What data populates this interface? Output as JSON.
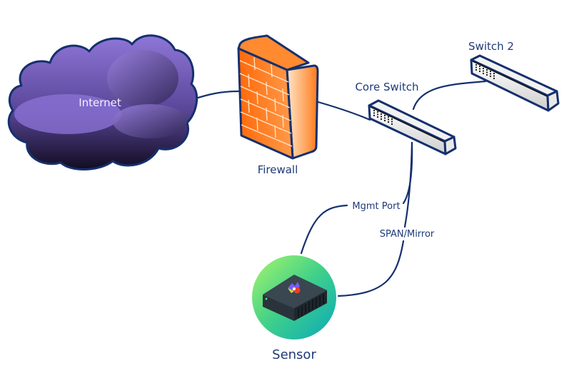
{
  "diagram": {
    "title": "Network sensor deployment",
    "nodes": {
      "internet": {
        "label": "Internet",
        "icon": "cloud-icon"
      },
      "firewall": {
        "label": "Firewall",
        "icon": "brick-wall-icon"
      },
      "core_switch": {
        "label": "Core Switch",
        "icon": "network-switch-icon"
      },
      "switch2": {
        "label": "Switch 2",
        "icon": "network-switch-icon"
      },
      "sensor": {
        "label": "Sensor",
        "icon": "sensor-appliance-icon"
      }
    },
    "edges": [
      {
        "from": "Internet",
        "to": "Firewall",
        "label": ""
      },
      {
        "from": "Firewall",
        "to": "Core Switch",
        "label": ""
      },
      {
        "from": "Core Switch",
        "to": "Switch 2",
        "label": ""
      },
      {
        "from": "Core Switch",
        "to": "Sensor",
        "label": "Mgmt Port"
      },
      {
        "from": "Core Switch",
        "to": "Sensor",
        "label": "SPAN/Mirror"
      }
    ],
    "edge_labels": {
      "mgmt": "Mgmt Port",
      "span": "SPAN/Mirror"
    },
    "colors": {
      "line": "#15306e",
      "label_text": "#1e3a78",
      "cloud_light": "#8f76d8",
      "cloud_dark": "#1a1330",
      "firewall_orange": "#ff7a1a",
      "sensor_green": "#8ff06a",
      "sensor_teal": "#0fb5b8"
    }
  }
}
